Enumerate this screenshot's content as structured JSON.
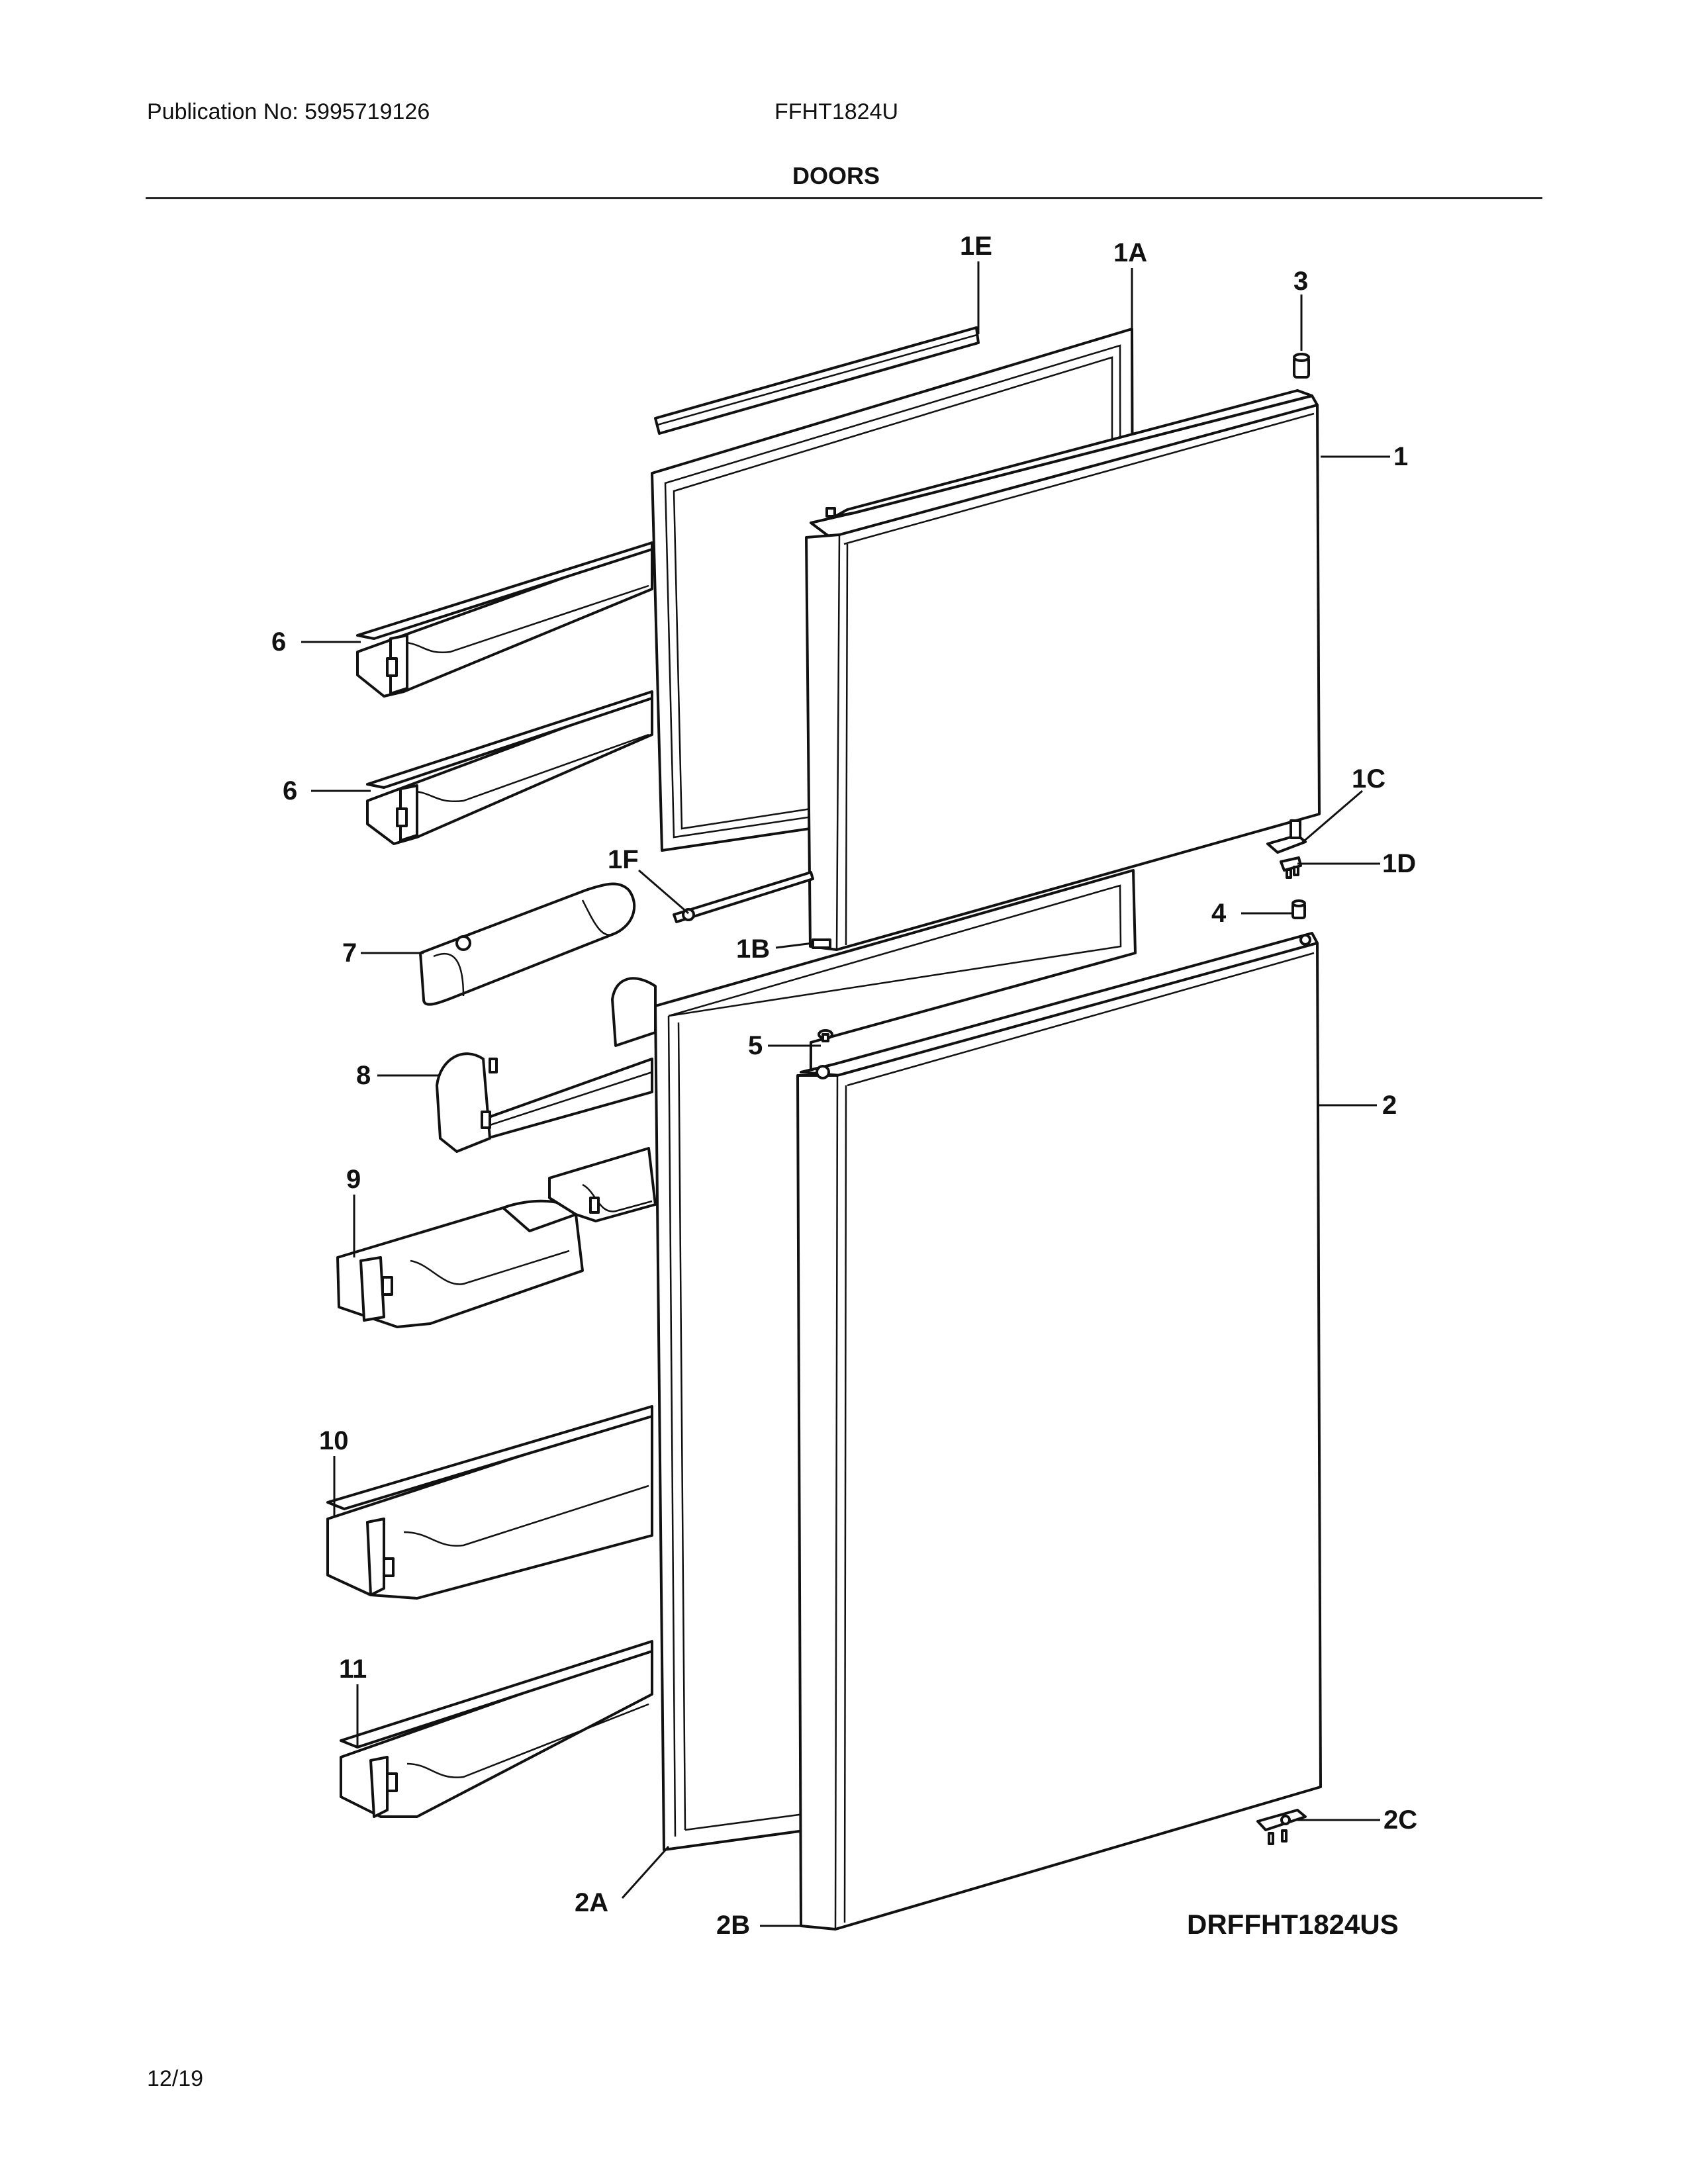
{
  "header": {
    "publication": "Publication No: 5995719126",
    "model": "FFHT1824U",
    "section_title": "DOORS"
  },
  "diagram": {
    "code": "DRFFHT1824US",
    "callouts": {
      "c1E": "1E",
      "c1A": "1A",
      "c3": "3",
      "c1": "1",
      "c6a": "6",
      "c6b": "6",
      "c1C": "1C",
      "c1D": "1D",
      "c1F": "1F",
      "c7": "7",
      "c1B": "1B",
      "c4": "4",
      "c5": "5",
      "c8": "8",
      "c2": "2",
      "c9": "9",
      "c10": "10",
      "c11": "11",
      "c2C": "2C",
      "c2A": "2A",
      "c2B": "2B"
    }
  },
  "footer": {
    "date": "12/19"
  }
}
